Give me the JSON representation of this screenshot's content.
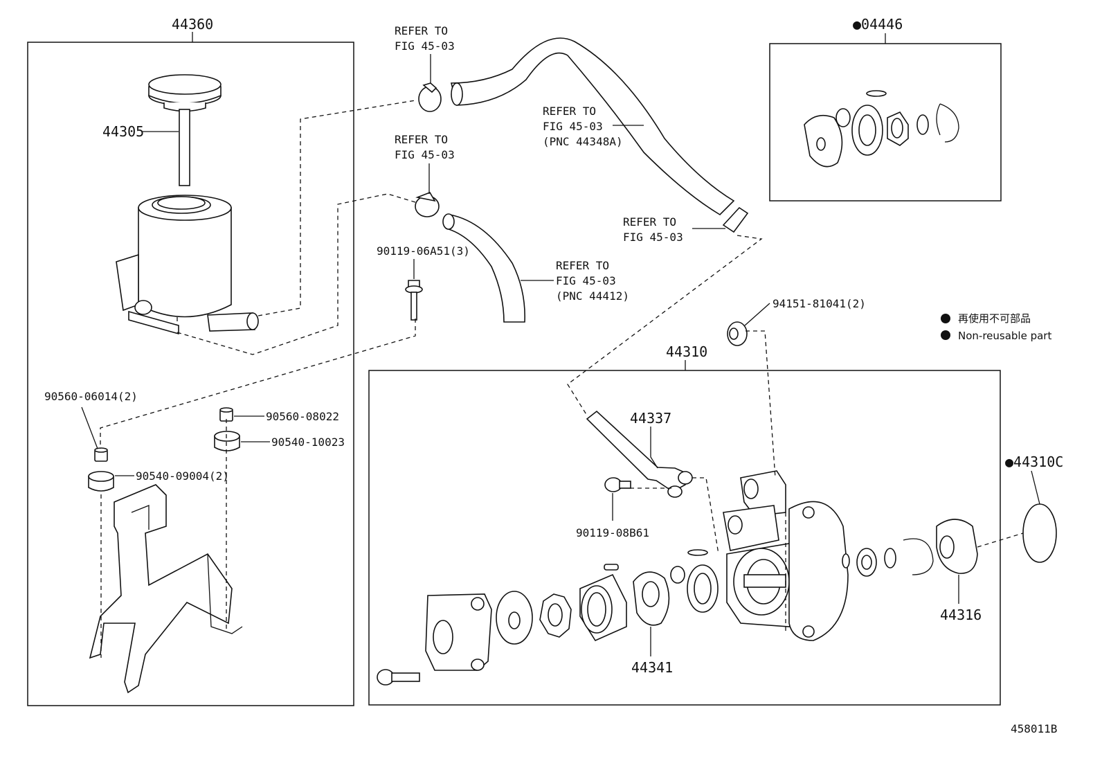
{
  "diagram": {
    "groups": {
      "reservoir": "44360",
      "seal_kit": "●04446",
      "pump_assy": "44310",
      "gasket": "●44310C"
    },
    "parts": {
      "cap": "44305",
      "union": "44337",
      "union_bolt": "90119-08B61",
      "cam_ring_plate": "44341",
      "front_housing": "44316",
      "bolt_6a51": "90119-06A51(3)",
      "nut_81041": "94151-81041(2)",
      "collar_06014": "90560-06014(2)",
      "collar_08022": "90560-08022",
      "cushion_10023": "90540-10023",
      "cushion_09004": "90540-09004(2)"
    },
    "references": {
      "ref1": [
        "REFER TO",
        "FIG 45-03"
      ],
      "ref2": [
        "REFER TO",
        "FIG 45-03",
        "(PNC 44348A)"
      ],
      "ref3": [
        "REFER TO",
        "FIG 45-03"
      ],
      "ref4": [
        "REFER TO",
        "FIG 45-03"
      ],
      "ref5": [
        "REFER TO",
        "FIG 45-03",
        "(PNC 44412)"
      ]
    },
    "legend": {
      "jp": "再使用不可部品",
      "en": "Non-reusable part"
    },
    "figure_id": "458011B"
  }
}
